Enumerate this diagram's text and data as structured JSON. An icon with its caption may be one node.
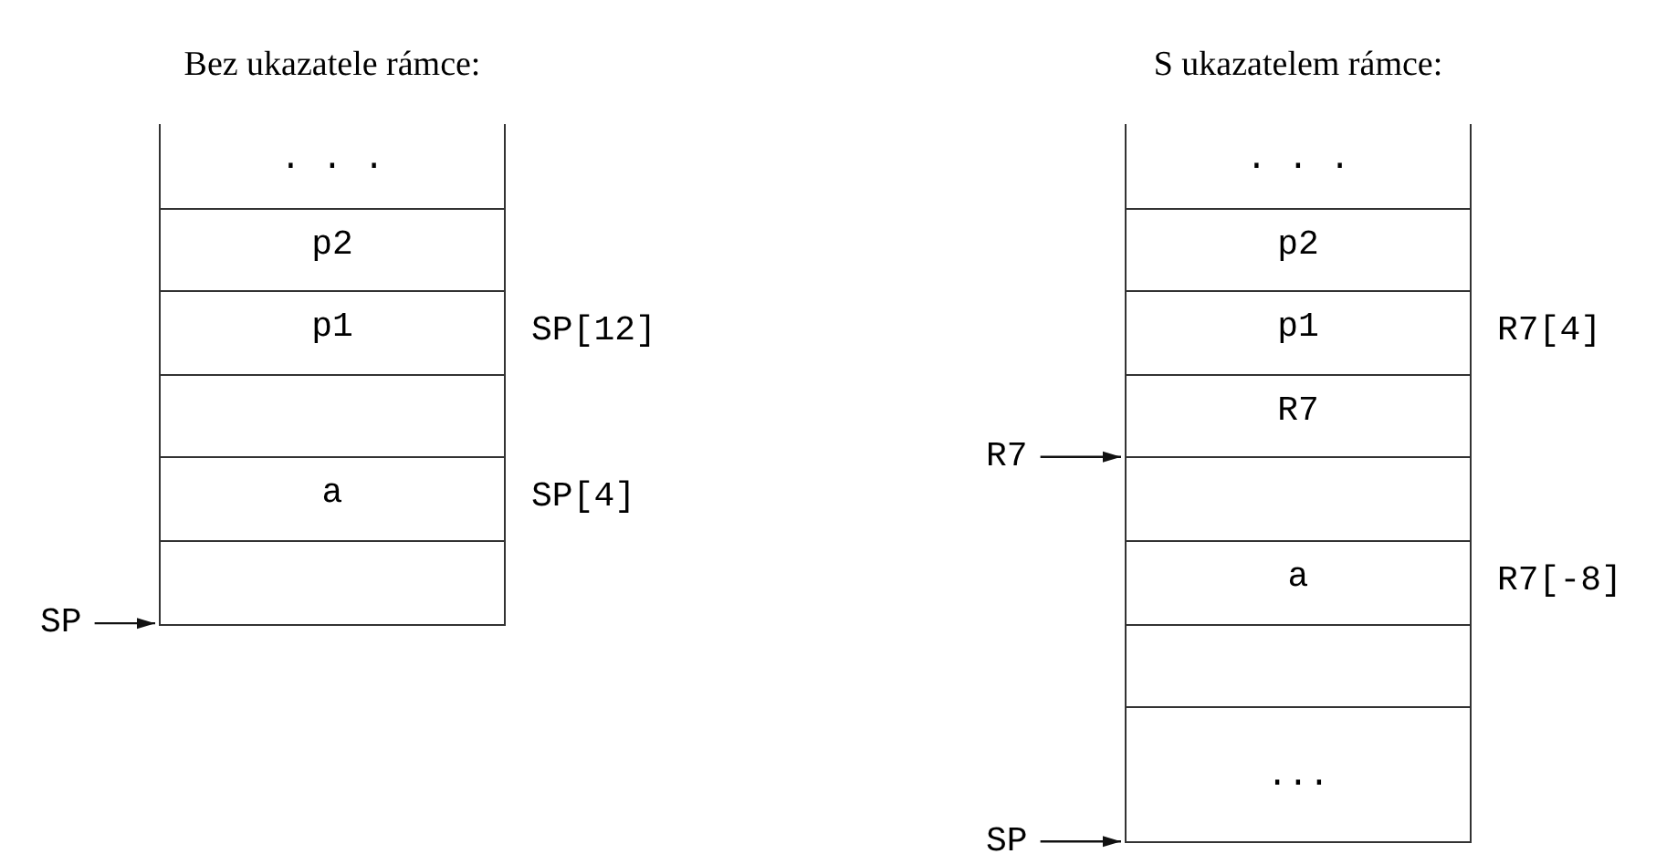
{
  "diagram": {
    "nodes": [
      {
        "text": [
          "Bez ukazatele rámce:"
        ]
      },
      {
        "text": [
          ". . ."
        ],
        "in": 0
      },
      {
        "text": [
          "p2"
        ],
        "in": 0
      },
      {
        "text": [
          "p1"
        ],
        "in": 0,
        "beside": [
          "SP[12]"
        ]
      },
      {
        "text": [],
        "shape": "box",
        "in": 0
      },
      {
        "text": [
          "a"
        ],
        "in": 0,
        "beside": [
          "SP[4]"
        ]
      },
      {
        "text": [],
        "shape": "box",
        "in": 0
      },
      {
        "text": [
          "SP"
        ]
      },
      {
        "text": [
          "S ukazatelem rámce:"
        ]
      },
      {
        "text": [
          ". . ."
        ],
        "in": 8
      },
      {
        "text": [
          "p2"
        ],
        "in": 8
      },
      {
        "text": [
          "p1"
        ],
        "in": 8,
        "beside": [
          "R7[4]"
        ]
      },
      {
        "text": [
          "R7"
        ],
        "in": 8
      },
      {
        "text": [],
        "shape": "box",
        "in": 8
      },
      {
        "text": [
          "a"
        ],
        "in": 8,
        "beside": [
          "R7[-8]"
        ]
      },
      {
        "text": [],
        "shape": "box",
        "in": 8
      },
      {
        "text": [
          "..."
        ],
        "in": 8
      },
      {
        "text": [
          "R7"
        ]
      },
      {
        "text": [
          "SP"
        ]
      }
    ],
    "edges": [
      {
        "from": 7,
        "to": 0,
        "arrow": "to"
      },
      {
        "from": 17,
        "to": 8,
        "arrow": "to"
      },
      {
        "from": 18,
        "to": 8,
        "arrow": "to"
      }
    ]
  }
}
